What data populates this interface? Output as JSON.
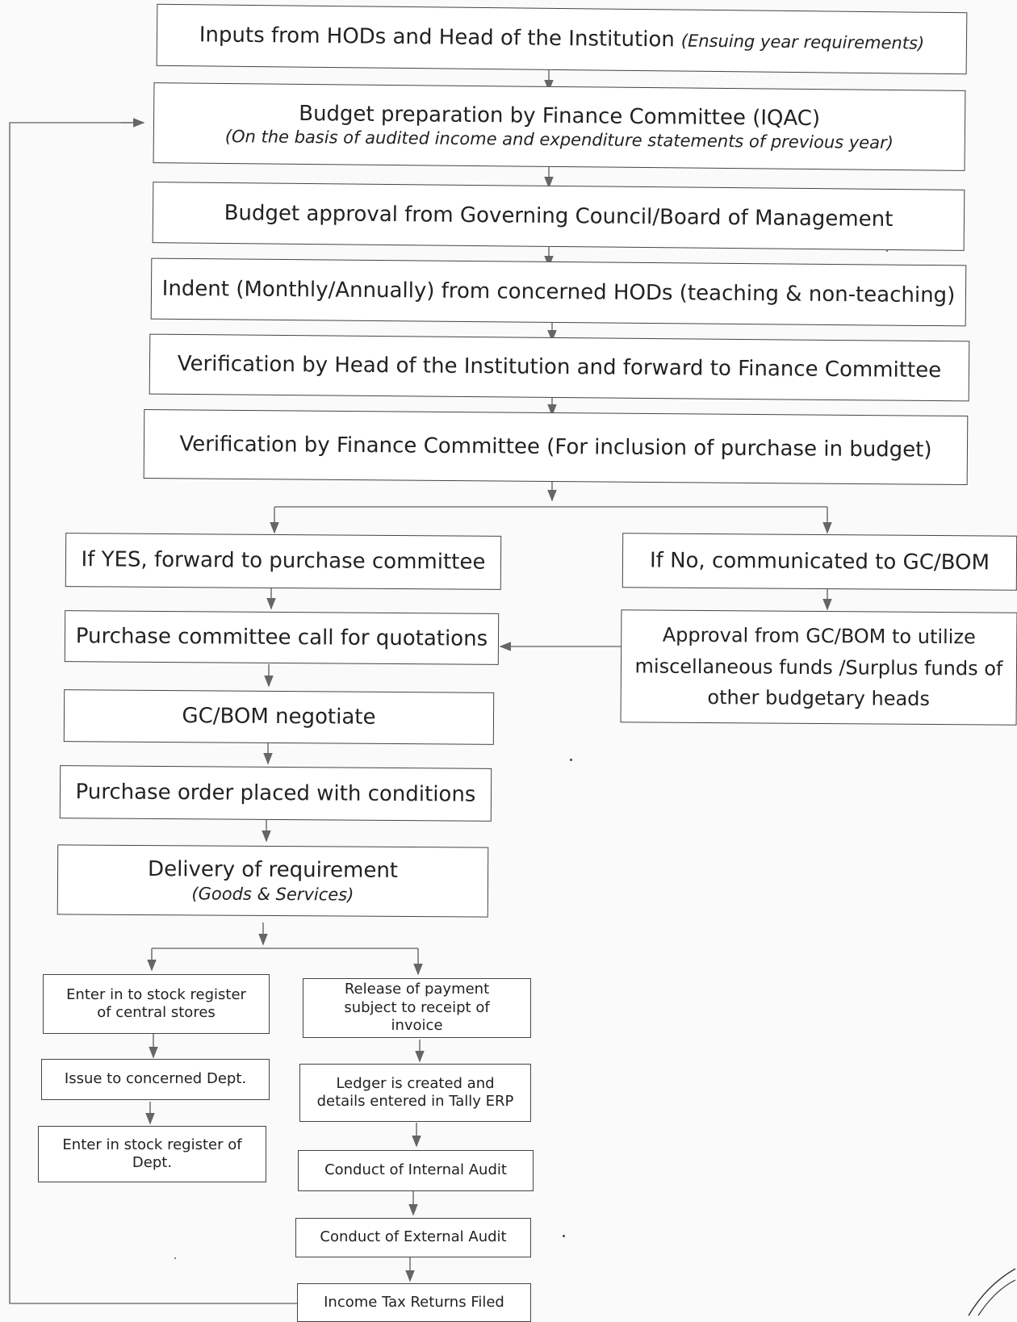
{
  "flow": {
    "inputs": {
      "main": "Inputs from HODs and Head of the Institution",
      "note": "(Ensuing year requirements)"
    },
    "budget_prep": {
      "main": "Budget preparation by Finance Committee (IQAC)",
      "note": "(On the basis of audited income and expenditure statements of previous year)"
    },
    "budget_approval": "Budget approval from Governing Council/Board of Management",
    "indent": "Indent (Monthly/Annually) from concerned HODs (teaching & non-teaching)",
    "verify_head": "Verification by Head of the Institution and forward to Finance Committee",
    "verify_fc": "Verification by Finance Committee (For inclusion of purchase in budget)",
    "if_yes": "If YES, forward to purchase committee",
    "if_no": "If No, communicated to GC/BOM",
    "quotations": "Purchase committee call for quotations",
    "approval_misc": "Approval from GC/BOM to utilize miscellaneous funds /Surplus funds of other budgetary heads",
    "negotiate": "GC/BOM negotiate",
    "purchase_order": "Purchase order placed with conditions",
    "delivery": {
      "main": "Delivery of requirement",
      "note": "(Goods & Services)"
    },
    "stock_central": "Enter in to stock register of central stores",
    "issue_dept": "Issue to concerned Dept.",
    "stock_dept": "Enter in stock register of Dept.",
    "release_payment": "Release of payment subject to receipt of invoice",
    "ledger": "Ledger is created and details entered in Tally ERP",
    "internal_audit": "Conduct of Internal Audit",
    "external_audit": "Conduct of External Audit",
    "itr": "Income Tax Returns Filed"
  }
}
